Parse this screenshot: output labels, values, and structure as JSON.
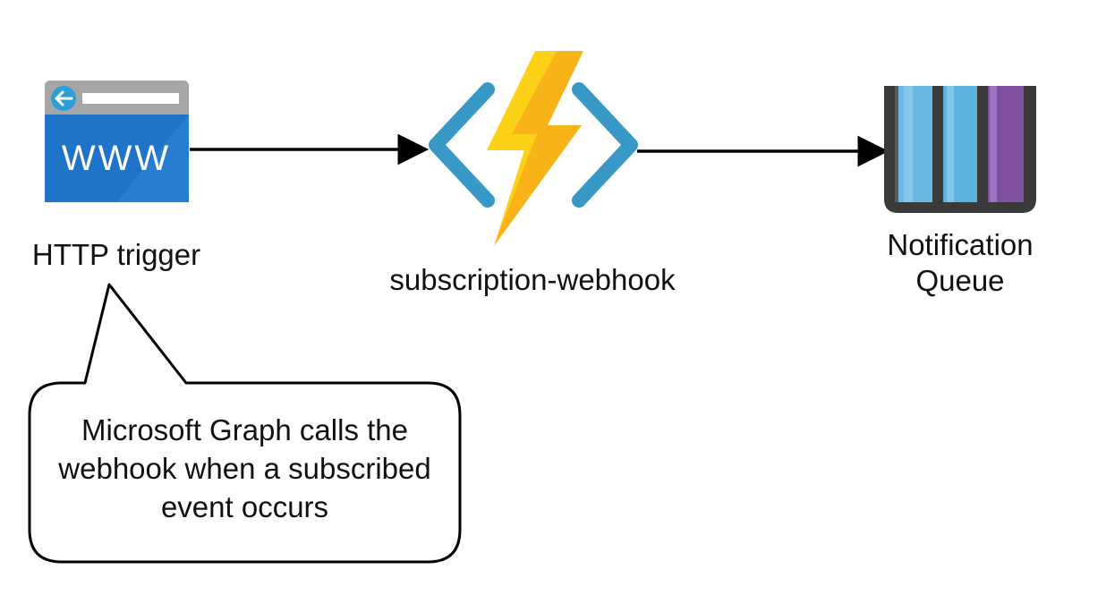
{
  "nodes": {
    "http_trigger": {
      "label": "HTTP trigger",
      "icon": "browser-www-icon",
      "icon_text": "WWW"
    },
    "function": {
      "label": "subscription-webhook",
      "icon": "azure-function-icon"
    },
    "queue": {
      "label_line1": "Notification",
      "label_line2": "Queue",
      "icon": "storage-queue-icon"
    }
  },
  "callout": {
    "line1": "Microsoft Graph calls the",
    "line2": "webhook when a subscribed",
    "line3": "event occurs"
  },
  "colors": {
    "browser_blue": "#1f73c8",
    "browser_bar": "#a6a6a6",
    "bolt_yellow": "#fcd116",
    "bolt_orange": "#f7a81b",
    "bracket_blue": "#3999c6",
    "queue_frame": "#3a3a3a",
    "queue_light_blue": "#5ab4df",
    "queue_purple": "#7f4fa0",
    "arrow": "#000000"
  }
}
